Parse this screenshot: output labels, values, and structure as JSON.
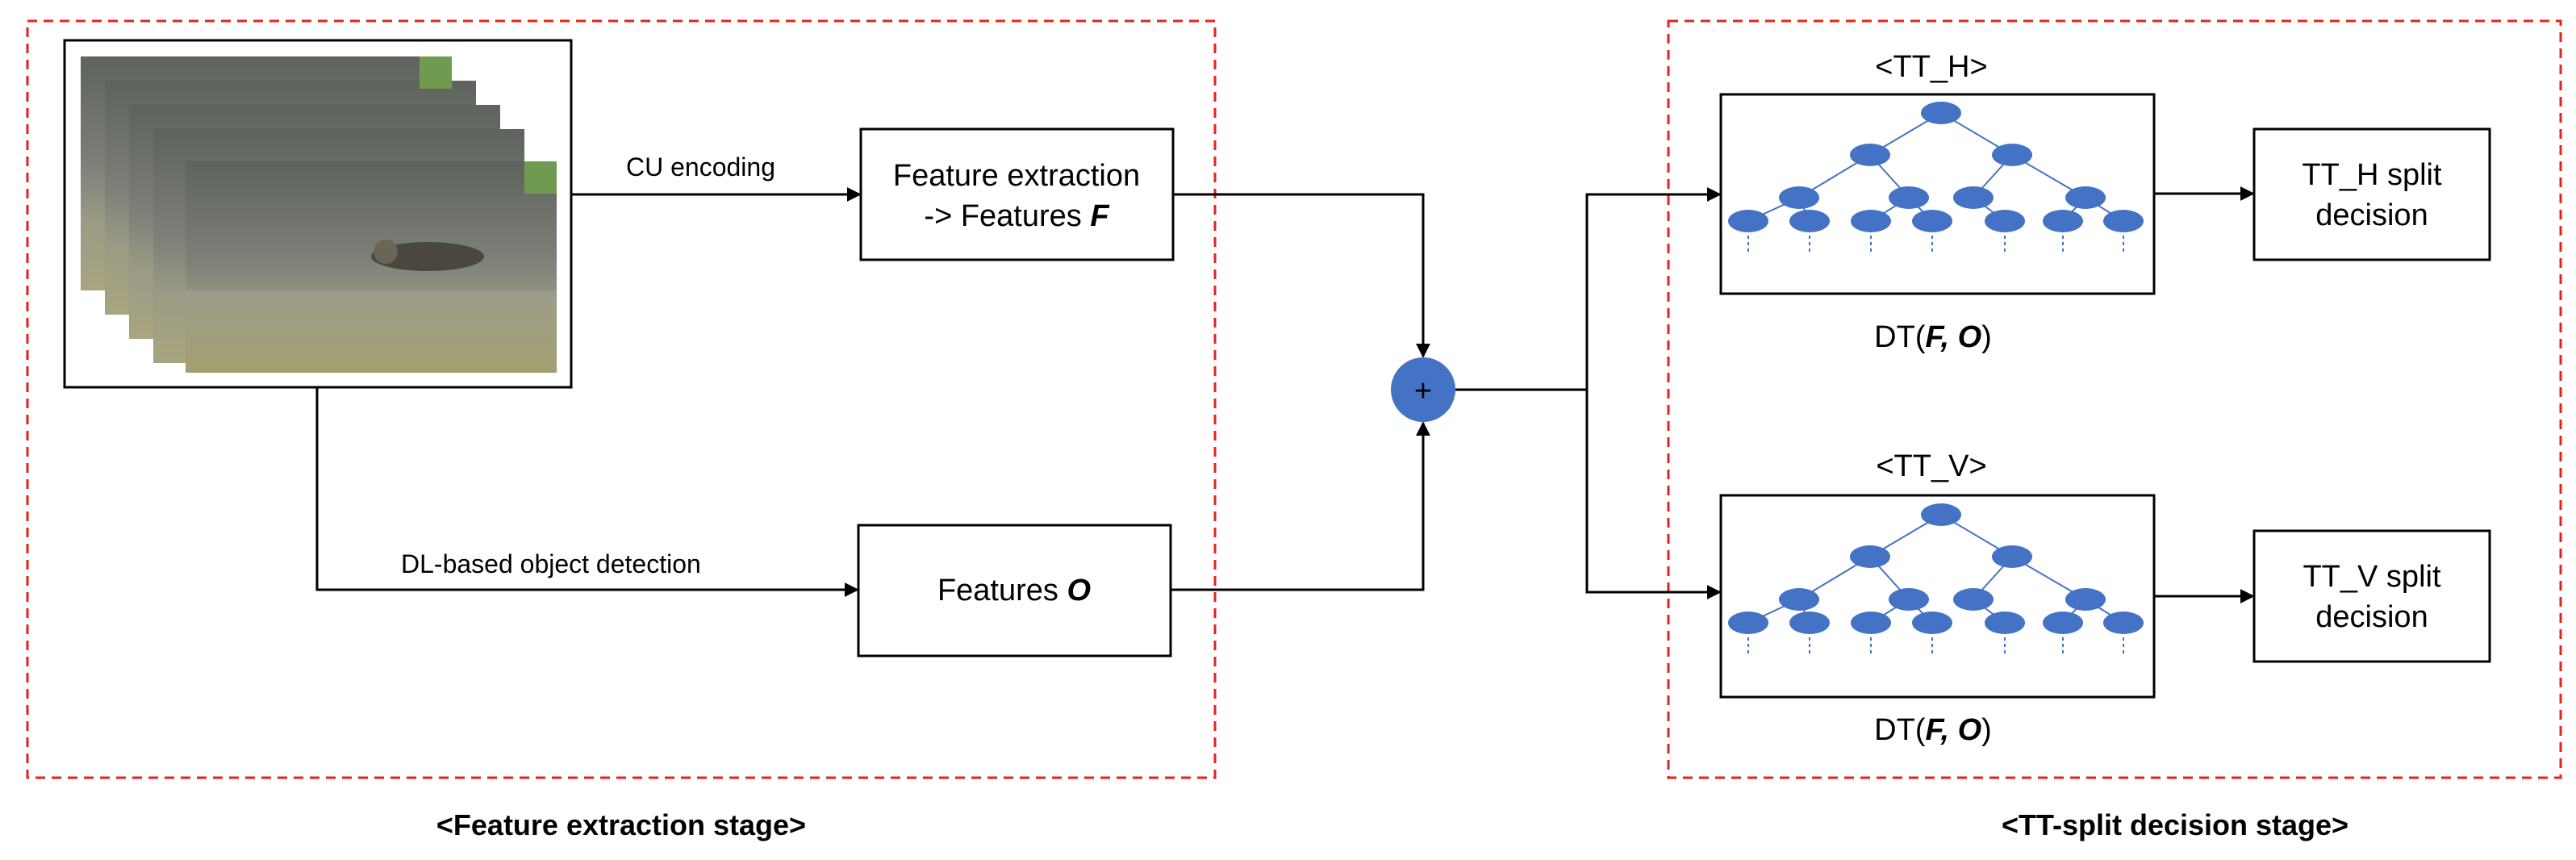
{
  "stages": {
    "left_label": "<Feature extraction stage>",
    "right_label": "<TT-split decision stage>"
  },
  "edges": {
    "cu_encoding": "CU encoding",
    "object_detection": "DL-based object detection"
  },
  "boxes": {
    "feature_extraction_line1": "Feature extraction",
    "feature_extraction_line2_prefix": "-> Features ",
    "feature_extraction_var": "F",
    "features_o_prefix": "Features ",
    "features_o_var": "O",
    "tt_h_decision_line1": "TT_H split",
    "tt_h_decision_line2": "decision",
    "tt_v_decision_line1": "TT_V split",
    "tt_v_decision_line2": "decision"
  },
  "combiner": {
    "symbol": "+"
  },
  "trees": {
    "tt_h": {
      "title": "<TT_H>",
      "caption_prefix": "DT(",
      "var_f": "F",
      "sep": ", ",
      "var_o": "O",
      "caption_suffix": ")"
    },
    "tt_v": {
      "title": "<TT_V>",
      "caption_prefix": "DT(",
      "var_f": "F",
      "sep": ", ",
      "var_o": "O",
      "caption_suffix": ")"
    }
  },
  "colors": {
    "stage_border": "#e8201c",
    "node_fill": "#4472c4",
    "combiner_fill": "#4472c4",
    "line": "#000000"
  }
}
